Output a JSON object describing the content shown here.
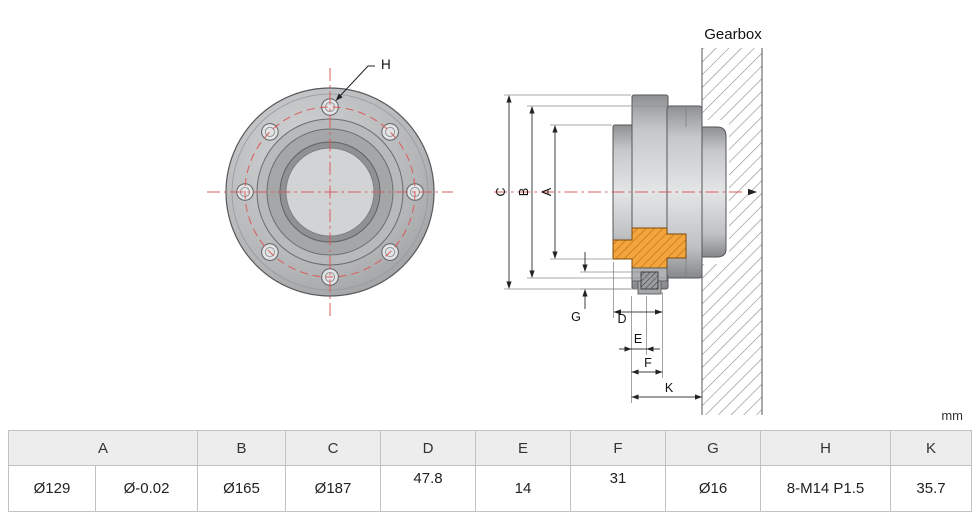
{
  "units_label": "mm",
  "drawing": {
    "gearbox_label": "Gearbox",
    "hole_callout": "H",
    "dim_labels": {
      "A": "A",
      "B": "B",
      "C": "C",
      "D": "D",
      "E": "E",
      "F": "F",
      "G": "G",
      "K": "K"
    }
  },
  "table": {
    "headers": [
      "A",
      "B",
      "C",
      "D",
      "E",
      "F",
      "G",
      "H",
      "K"
    ],
    "values": [
      "Ø129",
      "Ø-0.02",
      "Ø165",
      "Ø187",
      "47.8",
      "14",
      "31",
      "Ø16",
      "8-M14 P1.5",
      "35.7"
    ]
  },
  "colors": {
    "centerline": "#d95c5c",
    "section_highlight": "#f3a53c",
    "metal": "#b4b6b8",
    "table_header_bg": "#ededed"
  }
}
